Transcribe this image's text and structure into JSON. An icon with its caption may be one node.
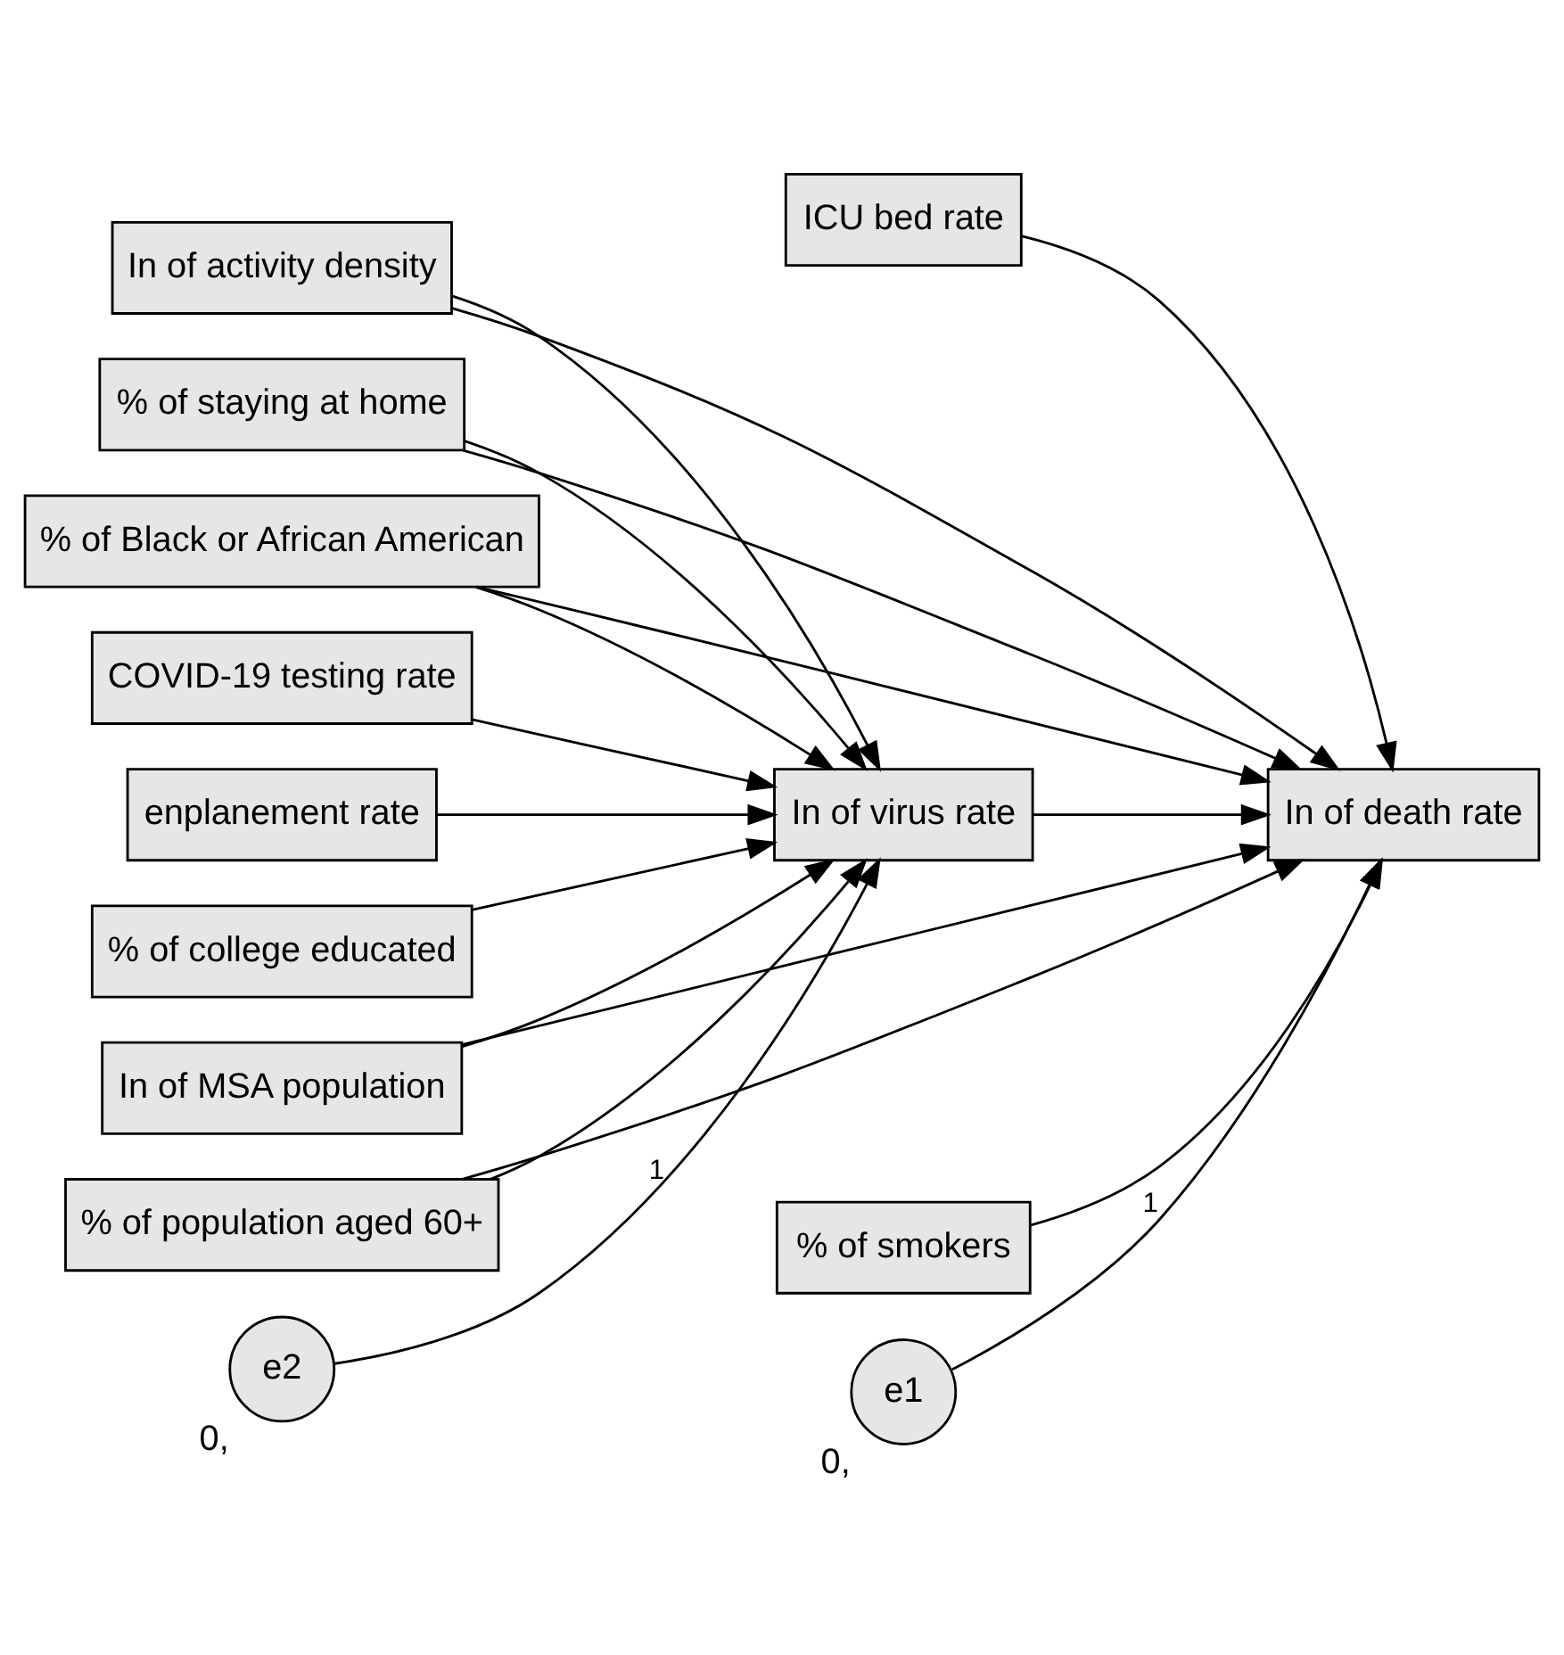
{
  "diagram": {
    "nodes": [
      {
        "text": [
          "ICU bed rate"
        ]
      },
      {
        "text": [
          "In of activity density"
        ]
      },
      {
        "text": [
          "% of staying at home"
        ]
      },
      {
        "text": [
          "% of Black or African American"
        ]
      },
      {
        "text": [
          "COVID-19 testing rate"
        ]
      },
      {
        "text": [
          "enplanement rate"
        ]
      },
      {
        "text": [
          "% of college educated"
        ]
      },
      {
        "text": [
          "In of MSA population"
        ]
      },
      {
        "text": [
          "% of population aged 60+"
        ]
      },
      {
        "text": [
          "% of smokers"
        ]
      },
      {
        "text": [
          "In of virus rate"
        ]
      },
      {
        "text": [
          "In of death rate"
        ]
      },
      {
        "text": [
          "e2"
        ],
        "beside": [
          "0,"
        ]
      },
      {
        "text": [
          "e1"
        ],
        "beside": [
          "0,"
        ]
      }
    ],
    "edges": [
      {
        "from": 0,
        "to": 11,
        "arrow": "to"
      },
      {
        "from": 1,
        "to": 10,
        "arrow": "to"
      },
      {
        "from": 1,
        "to": 11,
        "arrow": "to"
      },
      {
        "from": 2,
        "to": 10,
        "arrow": "to"
      },
      {
        "from": 2,
        "to": 11,
        "arrow": "to"
      },
      {
        "from": 3,
        "to": 10,
        "arrow": "to"
      },
      {
        "from": 3,
        "to": 11,
        "arrow": "to"
      },
      {
        "from": 4,
        "to": 10,
        "arrow": "to"
      },
      {
        "from": 5,
        "to": 10,
        "arrow": "to"
      },
      {
        "from": 6,
        "to": 10,
        "arrow": "to"
      },
      {
        "from": 7,
        "to": 10,
        "arrow": "to"
      },
      {
        "from": 7,
        "to": 11,
        "arrow": "to"
      },
      {
        "from": 8,
        "to": 10,
        "arrow": "to"
      },
      {
        "from": 8,
        "to": 11,
        "arrow": "to"
      },
      {
        "from": 9,
        "to": 11,
        "arrow": "to"
      },
      {
        "from": 10,
        "to": 11,
        "arrow": "to"
      },
      {
        "from": 12,
        "to": 10,
        "arrow": "to",
        "label": "1"
      },
      {
        "from": 13,
        "to": 11,
        "arrow": "to",
        "label": "1"
      }
    ]
  }
}
